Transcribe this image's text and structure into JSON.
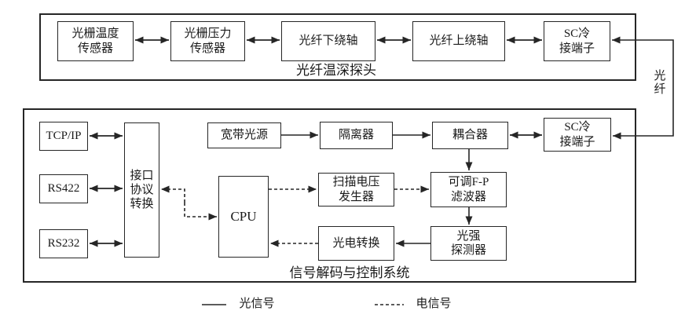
{
  "probe_section": {
    "label": "光纤温深探头",
    "boxes": {
      "grating_temperature_sensor": "光栅温度\n传感器",
      "grating_pressure_sensor": "光栅压力\n传感器",
      "fiber_lower_winding_shaft": "光纤下绕轴",
      "fiber_upper_winding_shaft": "光纤上绕轴",
      "sc_cold_connector": "SC冷\n接端子"
    }
  },
  "fiber_link_label": "光\n纤",
  "control_section": {
    "label": "信号解码与控制系统",
    "boxes": {
      "tcpip": "TCP/IP",
      "rs422": "RS422",
      "rs232": "RS232",
      "interface_protocol_converter": "接口\n协议\n转换",
      "cpu": "CPU",
      "broadband_light_source": "宽带光源",
      "isolator": "隔离器",
      "coupler": "耦合器",
      "sc_cold_connector": "SC冷\n接端子",
      "scan_voltage_generator": "扫描电压\n发生器",
      "tunable_fp_filter": "可调F-P\n滤波器",
      "photoelectric_converter": "光电转换",
      "light_intensity_detector": "光强\n探测器"
    }
  },
  "legend": {
    "optical_signal": "光信号",
    "electrical_signal": "电信号"
  },
  "colors": {
    "line": "#262626",
    "text": "#1a1a1a",
    "background": "#ffffff"
  }
}
